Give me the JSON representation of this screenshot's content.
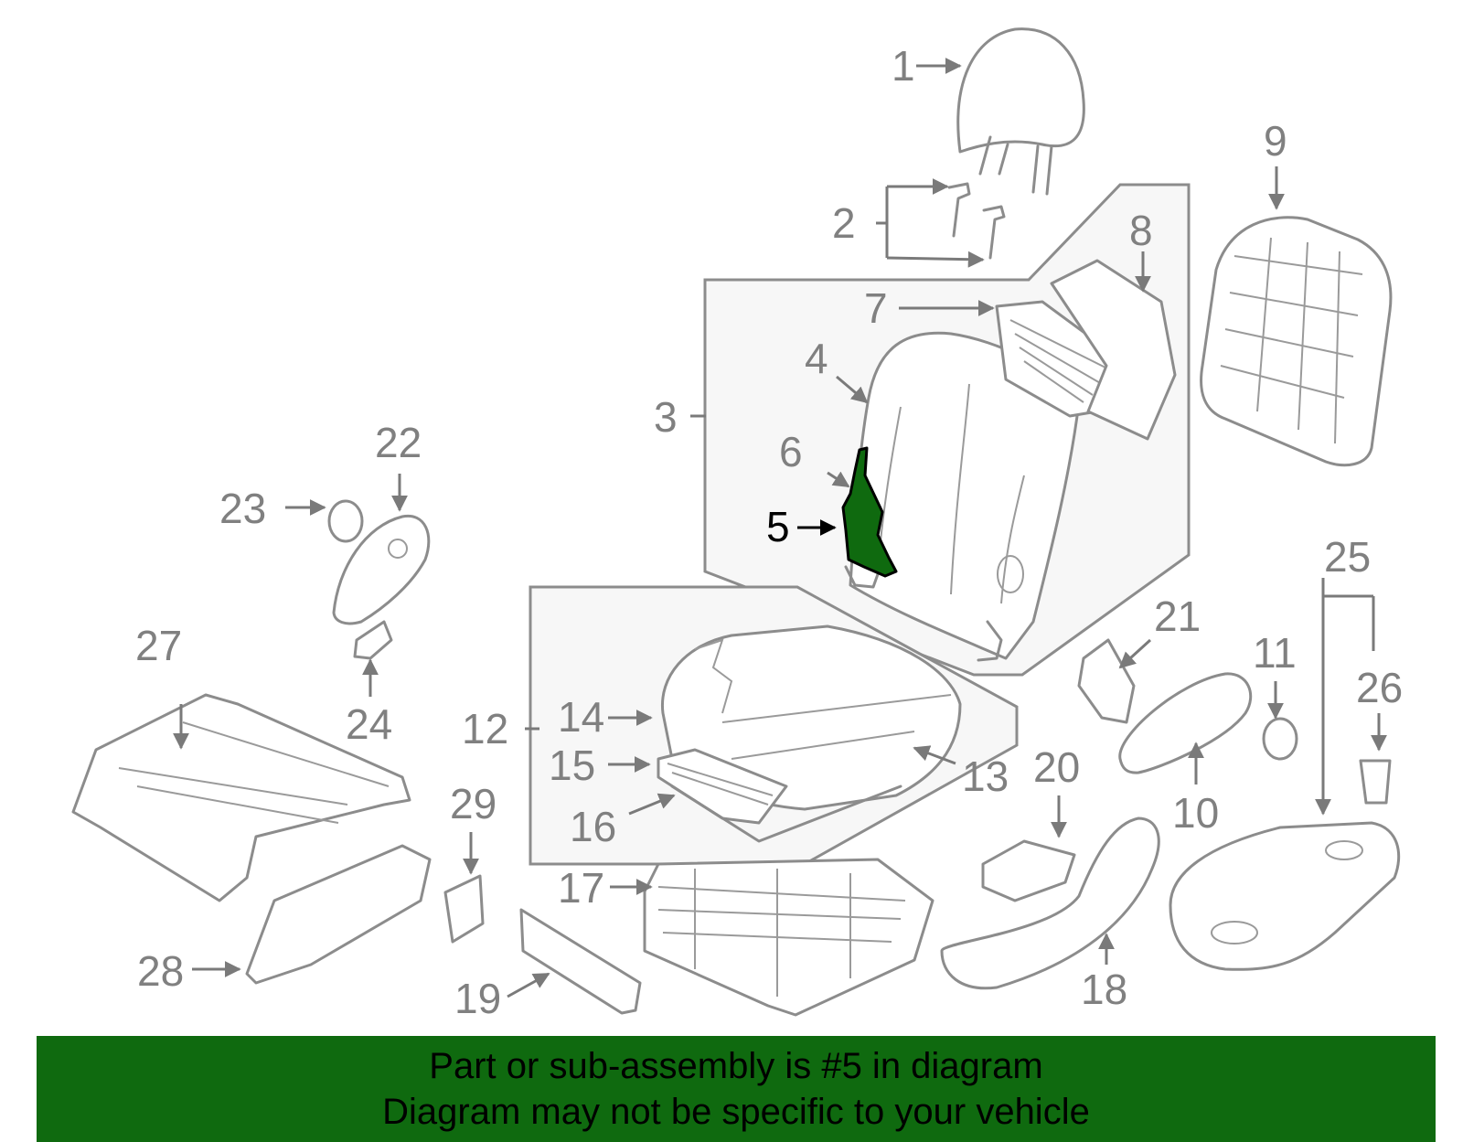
{
  "diagram": {
    "highlight_color": "#0f6a0f",
    "highlighted_part": "5",
    "callouts": [
      "1",
      "2",
      "3",
      "4",
      "5",
      "6",
      "7",
      "8",
      "9",
      "10",
      "11",
      "12",
      "13",
      "14",
      "15",
      "16",
      "17",
      "18",
      "19",
      "20",
      "21",
      "22",
      "23",
      "24",
      "25",
      "26",
      "27",
      "28",
      "29"
    ]
  },
  "banner": {
    "line1": "Part or sub-assembly is #5 in diagram",
    "line2": "Diagram may not be specific to your vehicle",
    "background": "#0f6a0f"
  }
}
